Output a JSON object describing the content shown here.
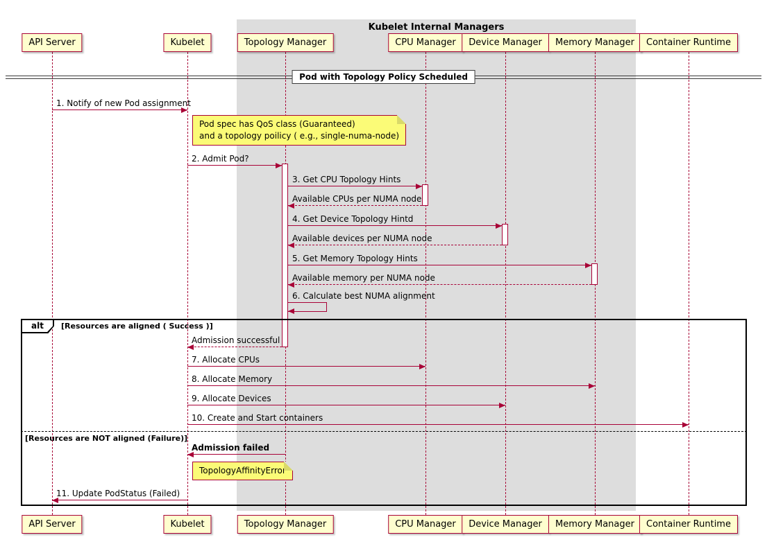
{
  "diagram": {
    "group_title": "Kubelet Internal Managers",
    "divider_label": "Pod with Topology Policy Scheduled"
  },
  "participants": [
    {
      "label": "API Server"
    },
    {
      "label": "Kubelet"
    },
    {
      "label": "Topology Manager"
    },
    {
      "label": "CPU Manager"
    },
    {
      "label": "Device Manager"
    },
    {
      "label": "Memory Manager"
    },
    {
      "label": "Container Runtime"
    }
  ],
  "messages": [
    {
      "text": "1. Notify of new Pod assignment",
      "from": "API Server",
      "to": "Kubelet",
      "style": "solid"
    },
    {
      "text": "2. Admit Pod?",
      "from": "Kubelet",
      "to": "Topology Manager",
      "style": "solid"
    },
    {
      "text": "3. Get CPU Topology Hints",
      "from": "Topology Manager",
      "to": "CPU Manager",
      "style": "solid"
    },
    {
      "text": "Available CPUs per NUMA node",
      "from": "CPU Manager",
      "to": "Topology Manager",
      "style": "dashed"
    },
    {
      "text": "4. Get Device Topology Hintd",
      "from": "Topology Manager",
      "to": "Device Manager",
      "style": "solid"
    },
    {
      "text": "Available devices per NUMA node",
      "from": "Device Manager",
      "to": "Topology Manager",
      "style": "dashed"
    },
    {
      "text": "5. Get Memory Topology Hints",
      "from": "Topology Manager",
      "to": "Memory Manager",
      "style": "solid"
    },
    {
      "text": "Available memory per NUMA node",
      "from": "Memory Manager",
      "to": "Topology Manager",
      "style": "dashed"
    },
    {
      "text": "6. Calculate best NUMA alignment",
      "from": "Topology Manager",
      "to": "Topology Manager",
      "style": "self"
    },
    {
      "text": "Admission successful",
      "from": "Topology Manager",
      "to": "Kubelet",
      "style": "dashed"
    },
    {
      "text": "7. Allocate CPUs",
      "from": "Kubelet",
      "to": "CPU Manager",
      "style": "solid"
    },
    {
      "text": "8. Allocate Memory",
      "from": "Kubelet",
      "to": "Memory Manager",
      "style": "solid"
    },
    {
      "text": "9. Allocate Devices",
      "from": "Kubelet",
      "to": "Device Manager",
      "style": "solid"
    },
    {
      "text": "10. Create and Start containers",
      "from": "Kubelet",
      "to": "Container Runtime",
      "style": "solid"
    },
    {
      "text": "Admission failed",
      "from": "Topology Manager",
      "to": "Kubelet",
      "style": "solid-bold"
    },
    {
      "text": "11. Update PodStatus (Failed)",
      "from": "Kubelet",
      "to": "API Server",
      "style": "solid"
    }
  ],
  "notes": [
    {
      "line1": "Pod spec has QoS class (Guaranteed)",
      "line2": "and a topology poilicy ( e.g., single-numa-node)"
    },
    {
      "text": "TopologyAffinityError"
    }
  ],
  "alt": {
    "keyword": "alt",
    "condition_success": "[Resources are aligned ( Success )]",
    "condition_failure": "[Resources are NOT aligned (Failure)]"
  },
  "colors": {
    "participant_fill": "#FEFECE",
    "border": "#A80036",
    "note_fill": "#FBFB77",
    "group_fill": "#DDDDDD",
    "frame_border": "#000000"
  }
}
